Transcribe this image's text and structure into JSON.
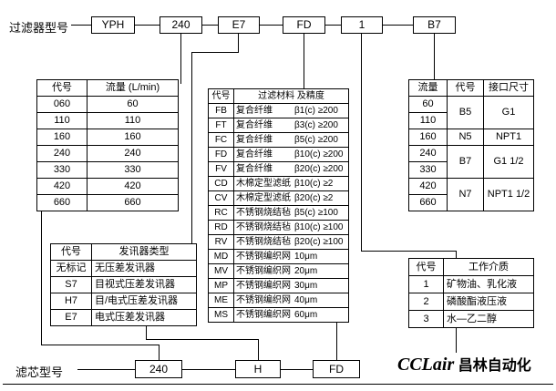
{
  "filter_model": {
    "label": "过滤器型号",
    "boxes": [
      "YPH",
      "240",
      "E7",
      "FD",
      "1",
      "B7"
    ]
  },
  "element_model": {
    "label": "滤芯型号",
    "boxes": [
      "240",
      "H",
      "FD"
    ]
  },
  "flow_table": {
    "headers": [
      "代号",
      "流量 (L/min)"
    ],
    "rows": [
      {
        "code": "060",
        "flow": "60"
      },
      {
        "code": "110",
        "flow": "110"
      },
      {
        "code": "160",
        "flow": "160"
      },
      {
        "code": "240",
        "flow": "240"
      },
      {
        "code": "330",
        "flow": "330"
      },
      {
        "code": "420",
        "flow": "420"
      },
      {
        "code": "660",
        "flow": "660"
      }
    ]
  },
  "material_table": {
    "headers": [
      "代号",
      "过滤材料 及精度"
    ],
    "rows": [
      {
        "code": "FB",
        "material": "复合纤维",
        "precision": "β1(c) ≥200"
      },
      {
        "code": "FT",
        "material": "复合纤维",
        "precision": "β3(c) ≥200"
      },
      {
        "code": "FC",
        "material": "复合纤维",
        "precision": "β5(c) ≥200"
      },
      {
        "code": "FD",
        "material": "复合纤维",
        "precision": "β10(c) ≥200"
      },
      {
        "code": "FV",
        "material": "复合纤维",
        "precision": "β20(c) ≥200"
      },
      {
        "code": "CD",
        "material": "木棉定型滤纸",
        "precision": "β10(c) ≥2"
      },
      {
        "code": "CV",
        "material": "木棉定型滤纸",
        "precision": "β20(c) ≥2"
      },
      {
        "code": "RC",
        "material": "不锈钢烧结毡",
        "precision": "β5(c) ≥100"
      },
      {
        "code": "RD",
        "material": "不锈钢烧结毡",
        "precision": "β10(c) ≥100"
      },
      {
        "code": "RV",
        "material": "不锈钢烧结毡",
        "precision": "β20(c) ≥100"
      },
      {
        "code": "MD",
        "material": "不锈钢编织网",
        "precision": "10μm"
      },
      {
        "code": "MV",
        "material": "不锈钢编织网",
        "precision": "20μm"
      },
      {
        "code": "MP",
        "material": "不锈钢编织网",
        "precision": "30μm"
      },
      {
        "code": "ME",
        "material": "不锈钢编织网",
        "precision": "40μm"
      },
      {
        "code": "MS",
        "material": "不锈钢编织网",
        "precision": "60μm"
      }
    ]
  },
  "port_table": {
    "headers": [
      "流量",
      "代号",
      "接口尺寸"
    ],
    "flows": [
      "60",
      "110",
      "160",
      "240",
      "330",
      "420",
      "660"
    ],
    "groups": [
      {
        "code": "B5",
        "port": "G1"
      },
      {
        "code": "N5",
        "port": "NPT1"
      },
      {
        "code": "B7",
        "port": "G1 1/2"
      },
      {
        "code": "N7",
        "port": "NPT1 1/2"
      }
    ]
  },
  "signal_table": {
    "headers": [
      "代号",
      "发讯器类型"
    ],
    "rows": [
      {
        "code": "无标记",
        "type": "无压差发讯器"
      },
      {
        "code": "S7",
        "type": "目视式压差发讯器"
      },
      {
        "code": "H7",
        "type": "目/电式压差发讯器"
      },
      {
        "code": "E7",
        "type": "电式压差发讯器"
      }
    ]
  },
  "medium_table": {
    "headers": [
      "代号",
      "工作介质"
    ],
    "rows": [
      {
        "code": "1",
        "medium": "矿物油、乳化液"
      },
      {
        "code": "2",
        "medium": "磷酸酯液压液"
      },
      {
        "code": "3",
        "medium": "水—乙二醇"
      }
    ]
  },
  "brand": {
    "logo": "CCLair",
    "name": "昌林自动化"
  },
  "colors": {
    "line": "#000000",
    "text": "#000000",
    "background": "#ffffff"
  }
}
